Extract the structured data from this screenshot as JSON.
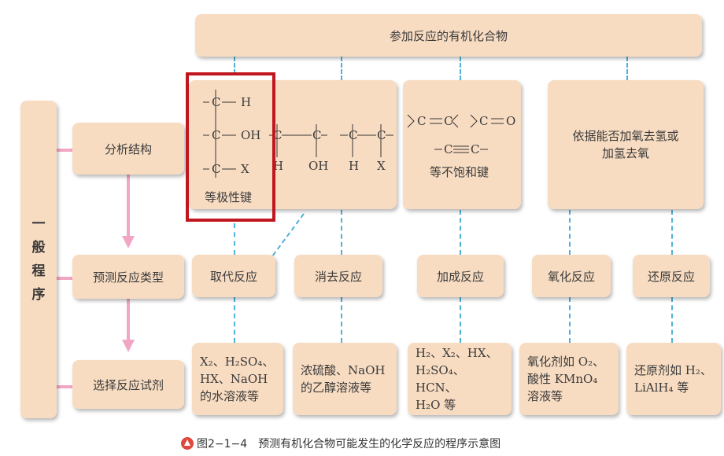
{
  "top": {
    "label": "参加反应的有机化合物"
  },
  "side": {
    "chars": [
      "一",
      "般",
      "程",
      "序"
    ]
  },
  "steps": [
    {
      "label": "分析结构"
    },
    {
      "label": "预测反应类型"
    },
    {
      "label": "选择反应试剂"
    }
  ],
  "structures": {
    "polar": {
      "rows": [
        {
          "pre": "-C",
          "bond": "—",
          "group": "H"
        },
        {
          "pre": "-C",
          "bond": "—",
          "group": "OH"
        },
        {
          "pre": "-C",
          "bond": "—",
          "group": "X"
        }
      ],
      "label": "等极性键"
    },
    "pair1": {
      "top_left": "H",
      "top_right": "OH"
    },
    "pair2": {
      "top_left": "H",
      "top_right": "X"
    },
    "unsat": {
      "line1": "\\C=C/  \\C=O",
      "line2": "-C≡C-",
      "label": "等不饱和键"
    },
    "redox": {
      "label": "依据能否加氧去氢或加氢去氧"
    }
  },
  "reactions": [
    {
      "label": "取代反应"
    },
    {
      "label": "消去反应"
    },
    {
      "label": "加成反应"
    },
    {
      "label": "氧化反应"
    },
    {
      "label": "还原反应"
    }
  ],
  "reagents": [
    {
      "lines": [
        "X₂、H₂SO₄、",
        "HX、NaOH",
        "的水溶液等"
      ]
    },
    {
      "lines": [
        "浓硫酸、NaOH",
        "的乙醇溶液等"
      ]
    },
    {
      "lines": [
        "H₂、X₂、HX、",
        "H₂SO₄、HCN、",
        "H₂O 等"
      ]
    },
    {
      "lines": [
        "氧化剂如 O₂、",
        "酸性 KMnO₄",
        "溶液等"
      ]
    },
    {
      "lines": [
        "还原剂如 H₂、",
        "LiAlH₄ 等"
      ]
    }
  ],
  "caption": {
    "text": "图2−1−4　预测有机化合物可能发生的化学反应的程序示意图"
  },
  "colors": {
    "box": "#f8dcc2",
    "dash": "#4fb0d8",
    "arrow": "#f2a6c6",
    "highlight": "#c0161d"
  }
}
